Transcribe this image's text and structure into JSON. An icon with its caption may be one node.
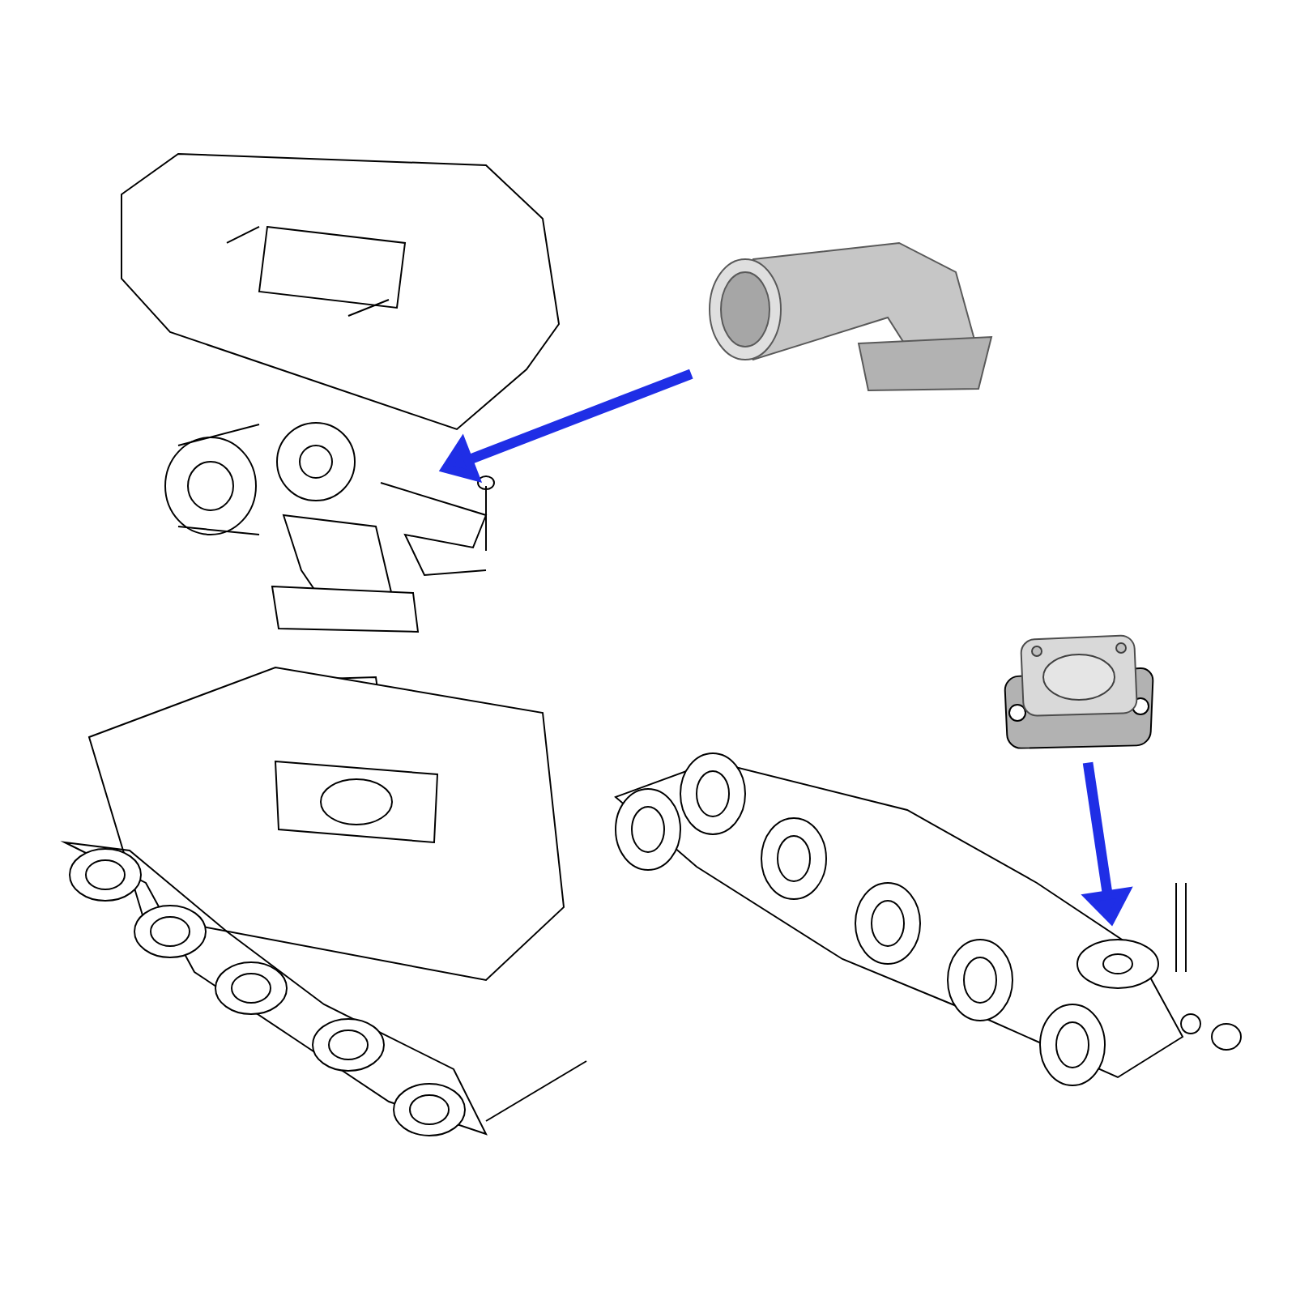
{
  "diagram": {
    "nodes": [
      {
        "text": [],
        "shape": "picture"
      },
      {
        "text": [],
        "shape": "picture"
      },
      {
        "text": [],
        "shape": "picture"
      },
      {
        "text": [],
        "shape": "picture"
      }
    ],
    "edges": [
      {
        "from": 1,
        "to": 0,
        "arrow": "to"
      },
      {
        "from": 2,
        "to": 3,
        "arrow": "to"
      }
    ]
  }
}
